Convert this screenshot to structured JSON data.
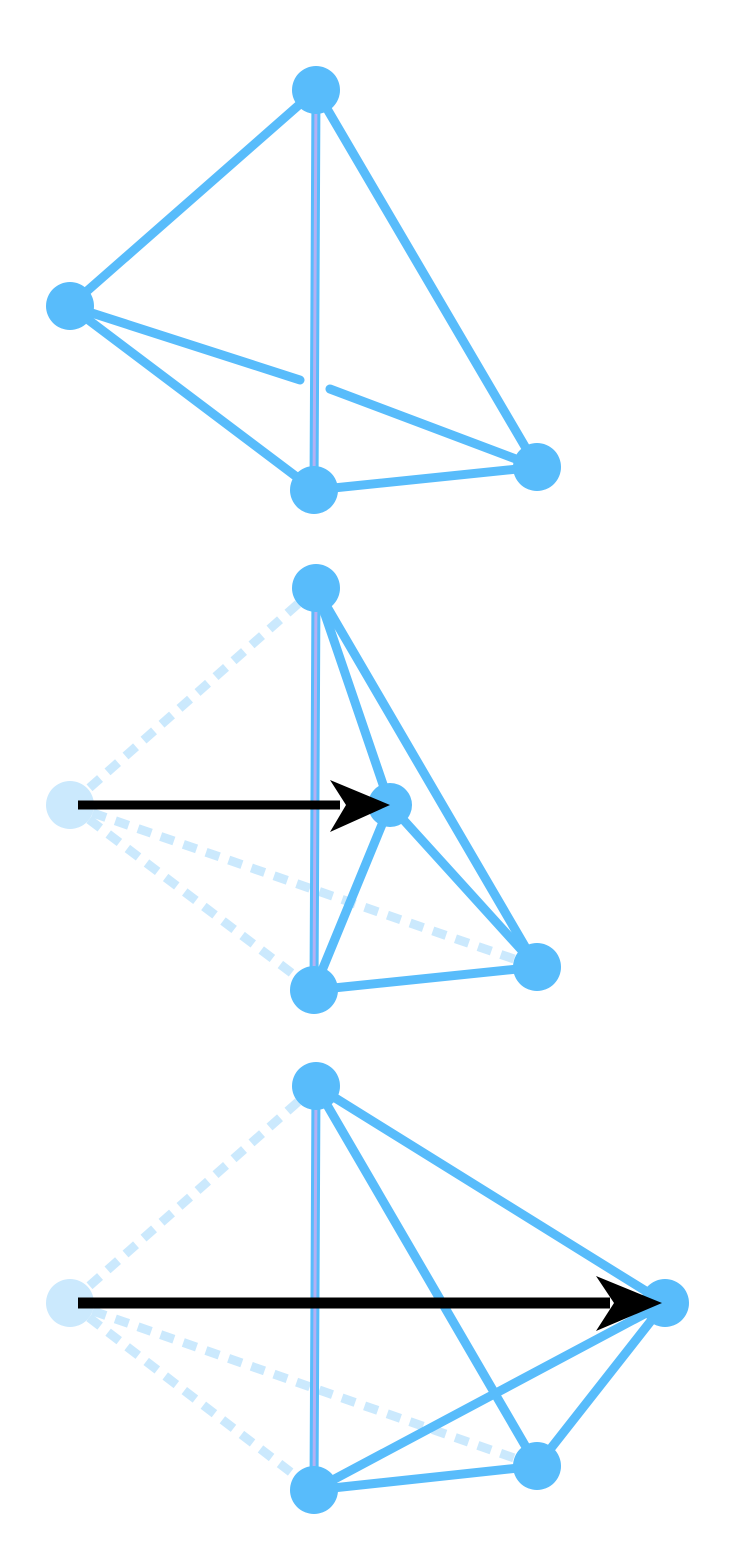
{
  "diagram": {
    "panels": [
      {
        "id": "initial",
        "moved_vertex": "left",
        "arrow": false
      },
      {
        "id": "partial-move",
        "moved_vertex": "left",
        "arrow": true
      },
      {
        "id": "full-move",
        "moved_vertex": "left",
        "arrow": true
      }
    ]
  },
  "colors": {
    "edge": "#58bcfb",
    "vertex": "#58bcfb",
    "ghost": "#cbe9fd",
    "axis": "#b4b0f4",
    "arrow": "#000000",
    "background": "#ffffff"
  }
}
